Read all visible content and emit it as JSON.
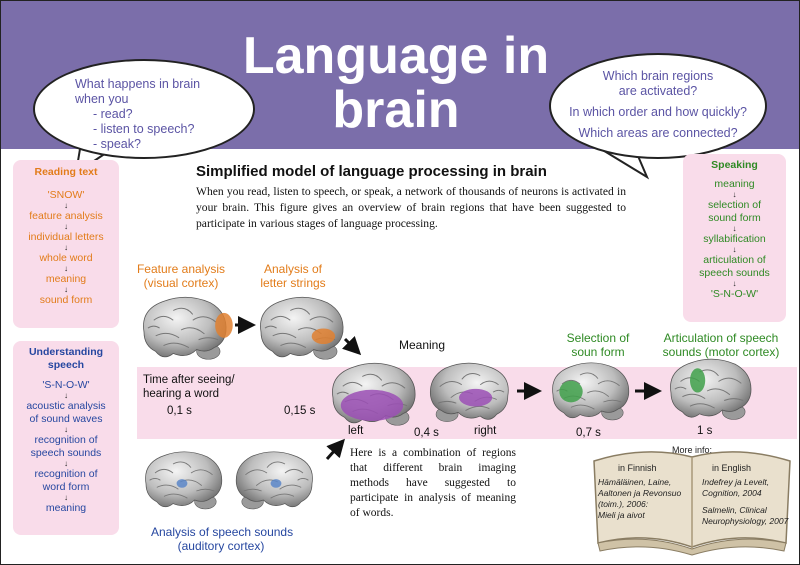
{
  "title_line1": "Language in",
  "title_line2": "brain",
  "bubble_left": {
    "lines": [
      "What happens in brain",
      "when you",
      "- read?",
      "- listen to speech?",
      "- speak?"
    ]
  },
  "bubble_right": {
    "lines": [
      "Which brain regions",
      "are activated?",
      "In which order and how quickly?",
      "Which areas are connected?"
    ]
  },
  "reading": {
    "title": "Reading text",
    "steps": [
      "'SNOW'",
      "feature analysis",
      "individual letters",
      "whole word",
      "meaning",
      "sound form"
    ]
  },
  "understanding": {
    "title": "Understanding speech",
    "steps": [
      "'S-N-O-W'",
      "acoustic analysis of sound waves",
      "recognition of speech sounds",
      "recognition of word form",
      "meaning"
    ]
  },
  "speaking": {
    "title": "Speaking",
    "steps": [
      "meaning",
      "selection of sound form",
      "syllabification",
      "articulation of speech sounds",
      "'S-N-O-W'"
    ]
  },
  "subtitle": "Simplified model of language processing in brain",
  "intro": "When you read, listen to speech, or speak, a network of thousands of neurons is activated in your brain. This figure gives an overview of brain regions that have been suggested to participate in various stages of language processing.",
  "labels": {
    "feature_analysis": [
      "Feature analysis",
      "(visual cortex)"
    ],
    "letter_strings": [
      "Analysis of",
      "letter strings"
    ],
    "meaning": "Meaning",
    "selection": [
      "Selection of",
      "soun form"
    ],
    "articulation": [
      "Articulation of speech",
      "sounds (motor cortex)"
    ],
    "speech_sounds": [
      "Analysis of speech sounds",
      "(auditory cortex)"
    ]
  },
  "timeline": {
    "caption": [
      "Time after seeing/",
      "hearing a word"
    ],
    "t1": "0,1 s",
    "t2": "0,15 s",
    "t3": "0,4 s",
    "t4": "0,7 s",
    "t5": "1 s",
    "left": "left",
    "right": "right"
  },
  "combination": "Here is a combination of regions that different brain imaging methods have suggested to participate in analysis of meaning of words.",
  "more_info": {
    "heading": "More info:",
    "finnish_heading": "in Finnish",
    "english_heading": "in English",
    "finnish": [
      "Hämäläinen, Laine,",
      "Aaltonen ja Revonsuo",
      "(toim.), 2006:",
      "Mieli ja aivot"
    ],
    "english1": [
      "Indefrey ja Levelt,",
      "Cognition, 2004"
    ],
    "english2": [
      "Salmelin, Clinical",
      "Neurophysiology, 2007"
    ]
  },
  "colors": {
    "banner": "#7b6eaa",
    "panel": "#f9dcea",
    "reading": "#e27c1a",
    "understanding": "#2647a0",
    "speaking": "#2f8a24",
    "meaning_region": "#9b4fb5",
    "visual_region": "#e08030",
    "auditory_region": "#5b86c8",
    "motor_region": "#3fa04a"
  }
}
